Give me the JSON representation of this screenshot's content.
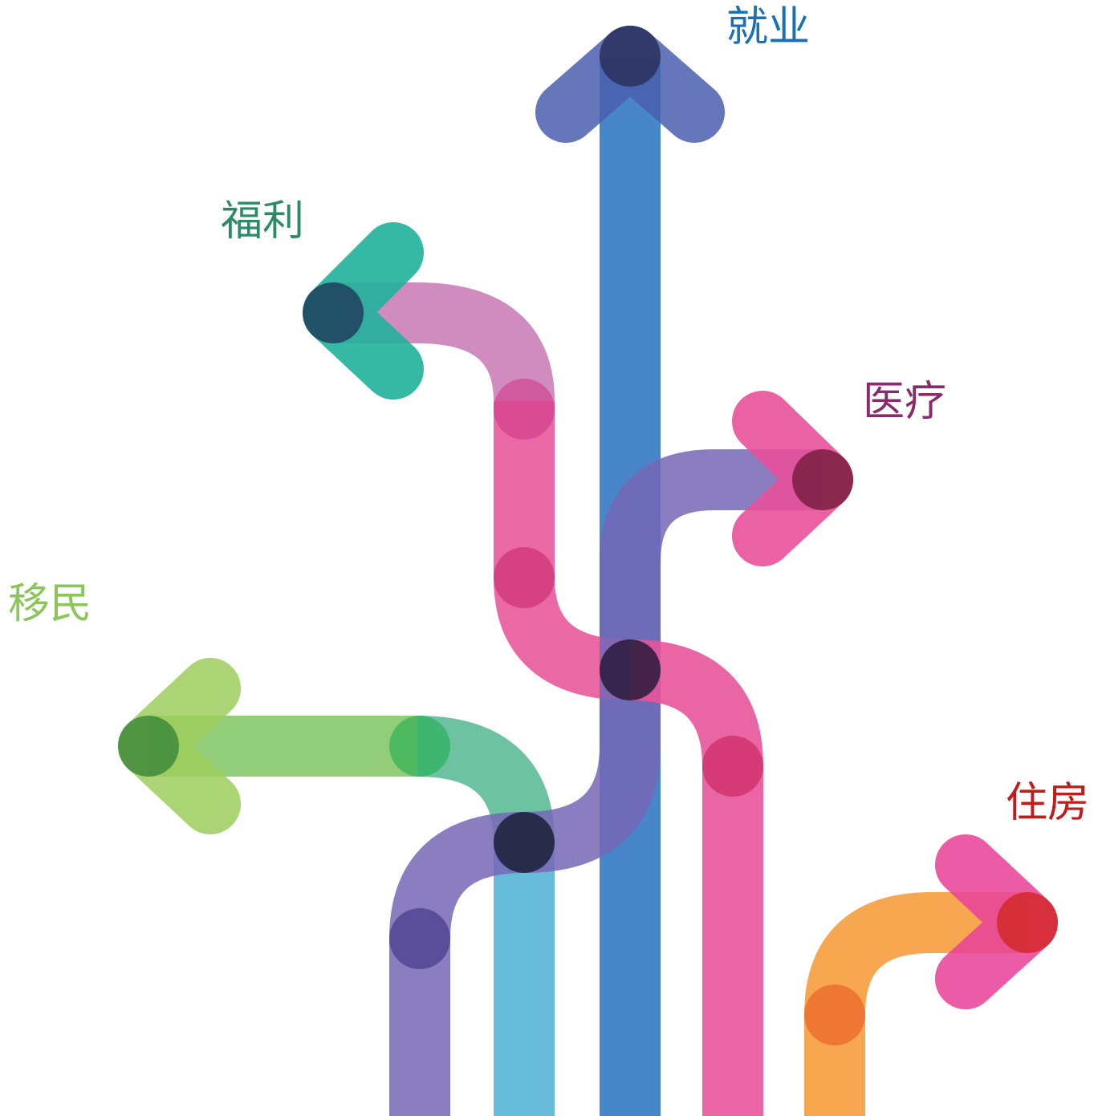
{
  "labels": {
    "employment": "就业",
    "welfare": "福利",
    "medical": "医疗",
    "immigration": "移民",
    "housing": "住房"
  },
  "colors": {
    "employment_label": "#1a6fb5",
    "welfare_label": "#2a8a6a",
    "medical_label": "#8a2a6a",
    "immigration_label": "#8cc55a",
    "housing_label": "#c41a1a"
  }
}
